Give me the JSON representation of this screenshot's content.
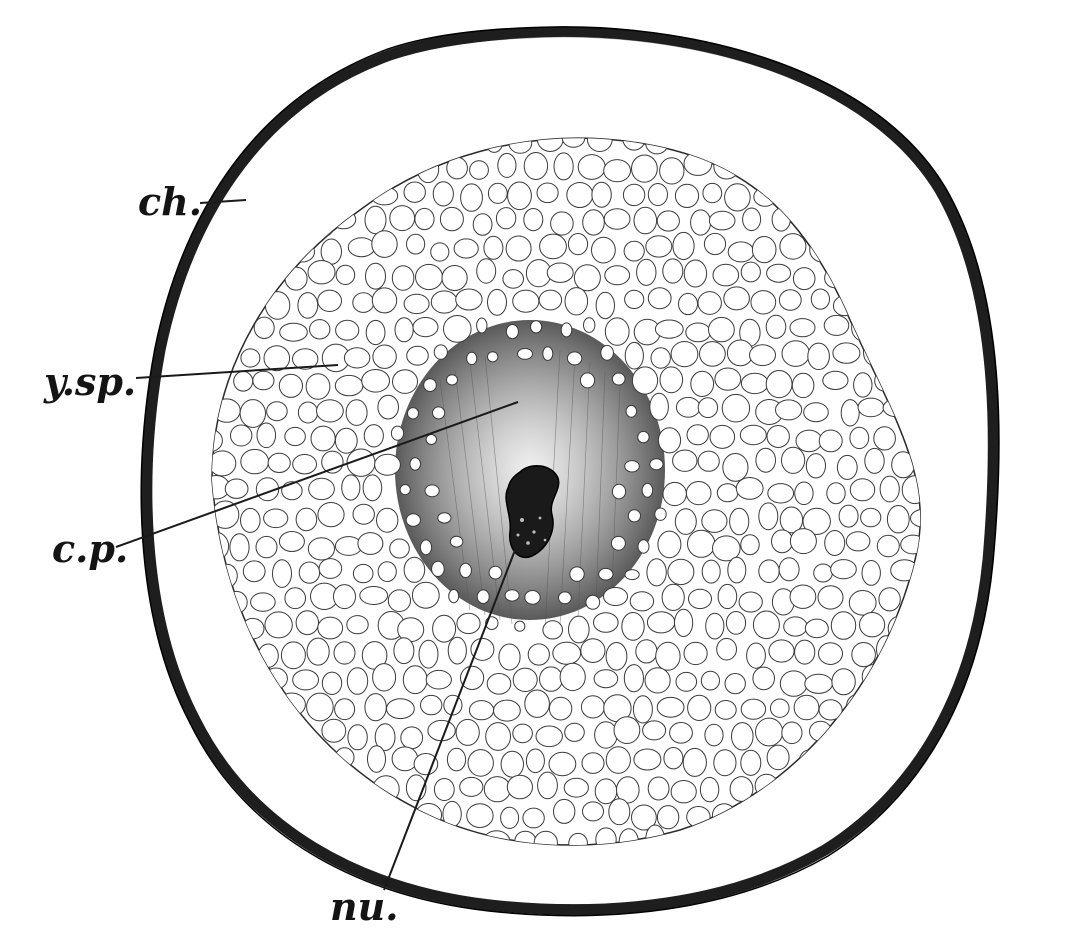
{
  "figure": {
    "labels": {
      "ch": "ch.",
      "ysp": "y.sp.",
      "cp": "c.p.",
      "nu": "nu."
    }
  },
  "colors": {
    "ink": "#141414",
    "paper": "#ffffff",
    "protoplasm": "#5a5a5a"
  }
}
